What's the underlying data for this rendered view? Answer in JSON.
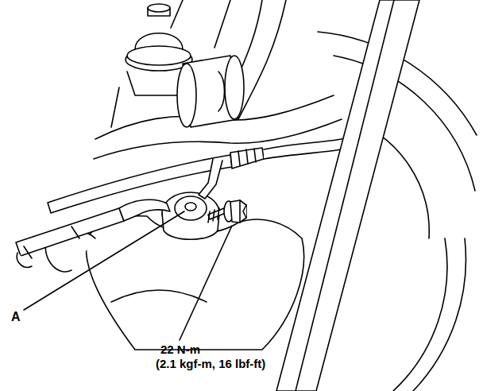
{
  "diagram": {
    "labels": [
      "A",
      "22 N-m",
      "(2.1 kgf-m, 16 lbf-ft)"
    ]
  }
}
